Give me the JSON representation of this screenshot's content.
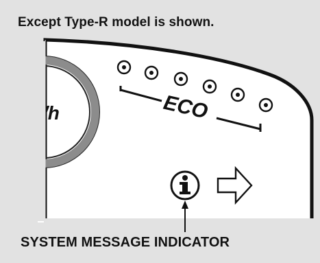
{
  "captions": {
    "top": "Except Type-R model is shown.",
    "bottom": "SYSTEM MESSAGE INDICATOR"
  },
  "gauge": {
    "unit_fragment": "/h"
  },
  "eco": {
    "label": "ECO",
    "dot_count": 6
  },
  "icons": {
    "indicator": "info-icon",
    "arrow": "right-arrow-outline-icon"
  }
}
